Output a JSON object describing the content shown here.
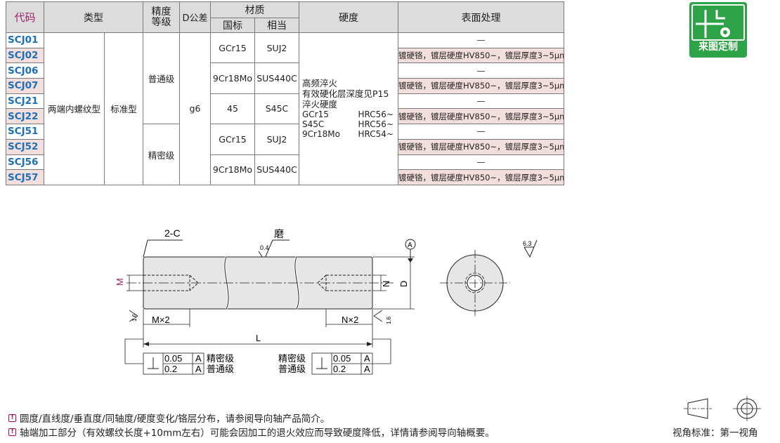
{
  "table": {
    "headers": {
      "code": "代码",
      "type": "类型",
      "precision": "精度\n等级",
      "d_tolerance": "D公差",
      "material": "材质",
      "material_cn": "国标",
      "material_eq": "相当",
      "hardness": "硬度",
      "surface": "表面处理"
    },
    "codes": [
      "SCJ01",
      "SCJ02",
      "SCJ06",
      "SCJ07",
      "SCJ21",
      "SCJ22",
      "SCJ51",
      "SCJ52",
      "SCJ56",
      "SCJ57"
    ],
    "type_main": "两端内螺纹型",
    "type_sub": "标准型",
    "precision_normal": "普通级",
    "precision_fine": "精密级",
    "d_tol": "g6",
    "materials": [
      {
        "cn": "GCr15",
        "eq": "SUJ2"
      },
      {
        "cn": "9Cr18Mo",
        "eq": "SUS440C"
      },
      {
        "cn": "45",
        "eq": "S45C"
      },
      {
        "cn": "GCr15",
        "eq": "SUJ2"
      },
      {
        "cn": "9Cr18Mo",
        "eq": "SUS440C"
      }
    ],
    "hardness": {
      "line1": "高频淬火",
      "line2": "有效硬化层深度见P15",
      "line3": "淬火硬度",
      "rows": [
        {
          "mat": "GCr15",
          "val": "HRC56~"
        },
        {
          "mat": "S45C",
          "val": "HRC56~"
        },
        {
          "mat": "9Cr18Mo",
          "val": "HRC54~"
        }
      ]
    },
    "surface_none": "—",
    "surface_plated": "镀硬铬，镀层硬度HV850~，镀层厚度3~5μm"
  },
  "badge": {
    "label": "来图定制",
    "color": "#2ea246"
  },
  "drawing": {
    "chamfer": "2-C",
    "grind": "磨",
    "grind_roughness": "0.4",
    "end_roughness": "1.6",
    "datum": "A",
    "dim_M": "M",
    "dim_N": "N",
    "dim_D": "D",
    "dim_Mx2": "M×2",
    "dim_Nx2": "N×2",
    "dim_L": "L",
    "tol_fine": "0.05",
    "tol_normal": "0.2",
    "tol_datum": "A",
    "label_fine": "精密级",
    "label_normal": "普通级",
    "general_roughness": "6.3"
  },
  "notes": {
    "note1": "圆度/直线度/垂直度/同轴度/硬度变化/铬层分布，请参阅导向轴产品简介。",
    "note2": "轴端加工部分（有效螺纹长度+10mm左右）可能会因加工的退火效应而导致硬度降低，详情请参阅导向轴概要。",
    "note_icon": "!"
  },
  "view_standard": {
    "label": "视角标准：第一视角"
  },
  "colors": {
    "code_blue": "#1d6fb8",
    "header_magenta": "#a0206b",
    "row_pink": "#f2dedd",
    "header_gray": "#dcdcdc"
  }
}
